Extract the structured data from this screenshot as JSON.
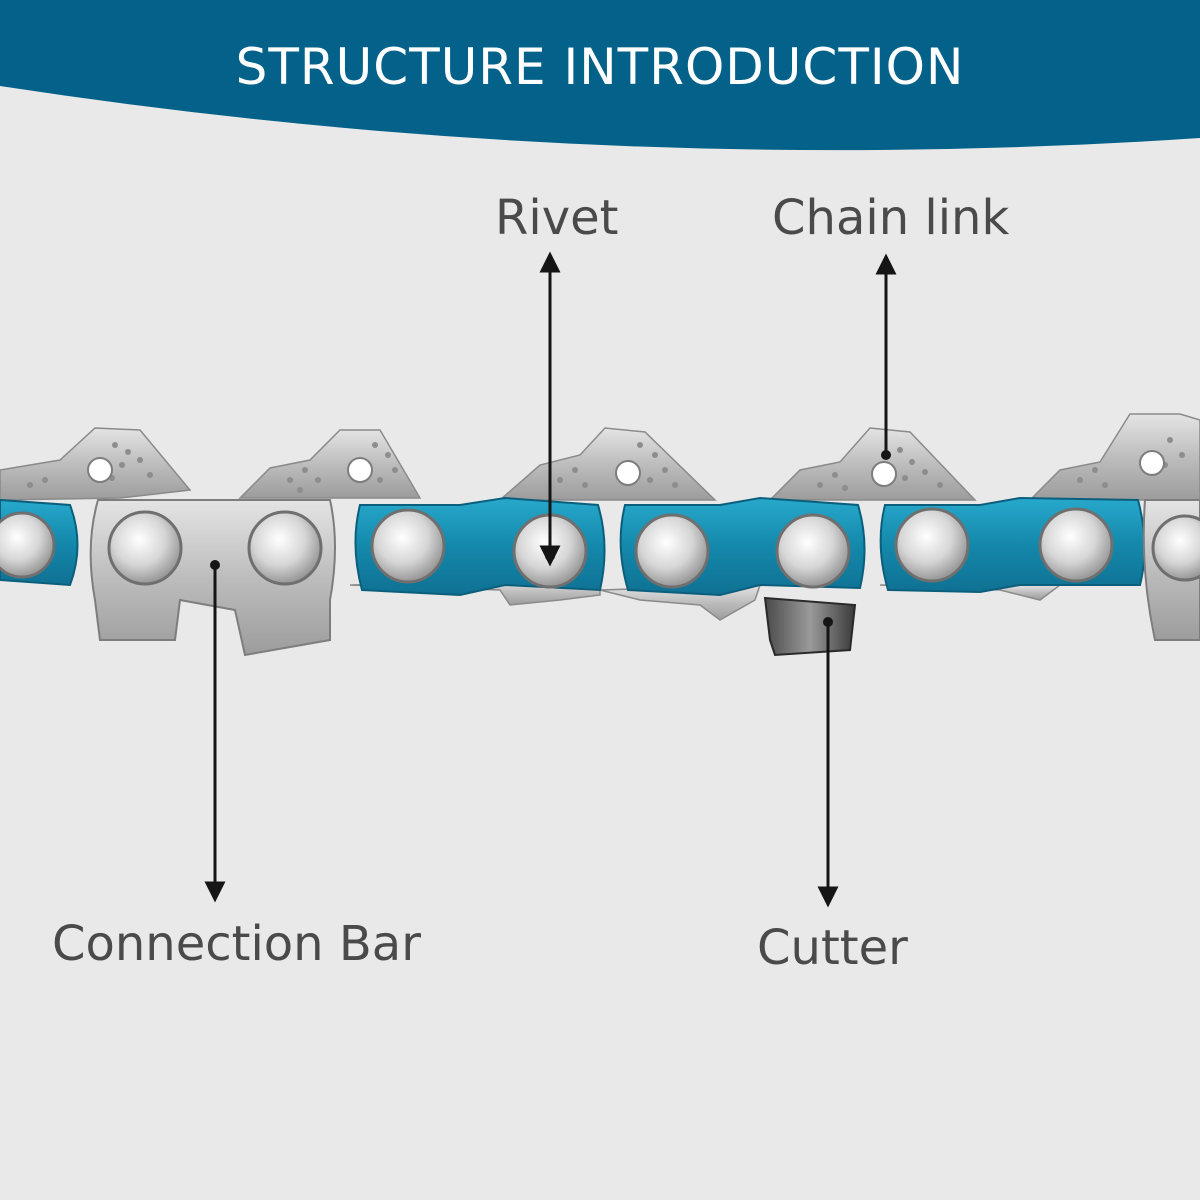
{
  "header": {
    "title": "STRUCTURE INTRODUCTION"
  },
  "labels": {
    "rivet": "Rivet",
    "chain_link": "Chain link",
    "connection_bar": "Connection Bar",
    "cutter": "Cutter"
  },
  "colors": {
    "banner": "#04628a",
    "background": "#e9e9e9",
    "blue_link": "#1596b8",
    "steel": "#c4c4c4",
    "label_text": "#4a4a4a",
    "arrow": "#151515"
  }
}
